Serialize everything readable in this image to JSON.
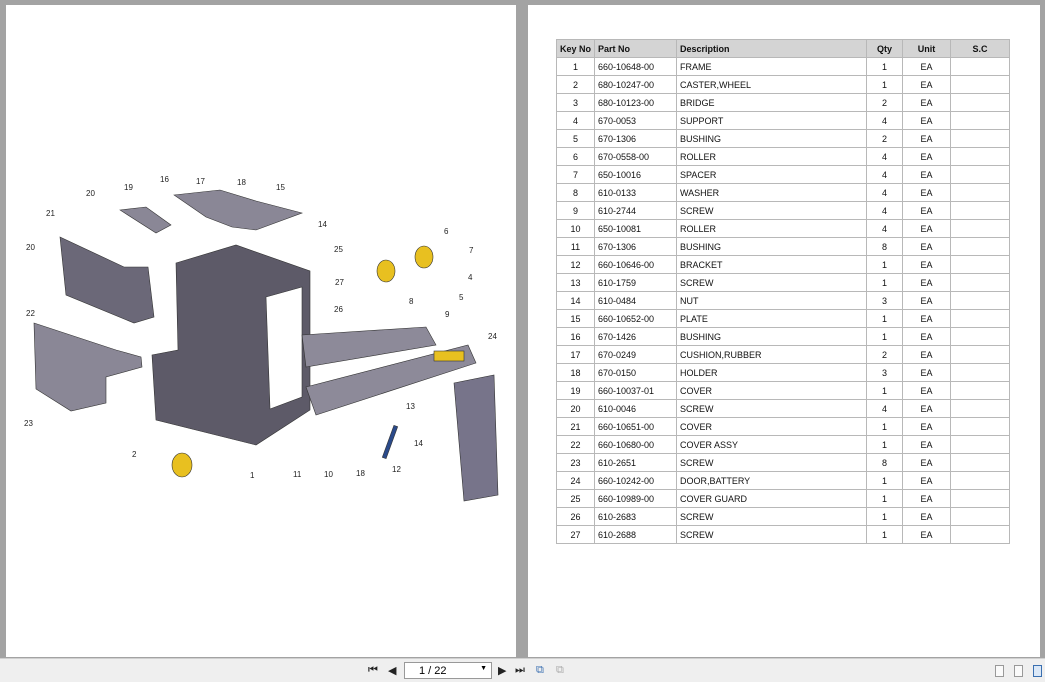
{
  "diagram": {
    "callouts": [
      "20",
      "19",
      "16",
      "17",
      "18",
      "15",
      "21",
      "14",
      "20",
      "25",
      "6",
      "7",
      "27",
      "4",
      "26",
      "5",
      "8",
      "9",
      "22",
      "24",
      "23",
      "13",
      "14",
      "2",
      "12",
      "1",
      "11",
      "10",
      "18"
    ]
  },
  "table": {
    "headers": [
      "Key No",
      "Part No",
      "Description",
      "Qty",
      "Unit",
      "S.C"
    ],
    "rows": [
      [
        "1",
        "660-10648-00",
        "FRAME",
        "1",
        "EA",
        ""
      ],
      [
        "2",
        "680-10247-00",
        "CASTER,WHEEL",
        "1",
        "EA",
        ""
      ],
      [
        "3",
        "680-10123-00",
        "BRIDGE",
        "2",
        "EA",
        ""
      ],
      [
        "4",
        "670-0053",
        "SUPPORT",
        "4",
        "EA",
        ""
      ],
      [
        "5",
        "670-1306",
        "BUSHING",
        "2",
        "EA",
        ""
      ],
      [
        "6",
        "670-0558-00",
        "ROLLER",
        "4",
        "EA",
        ""
      ],
      [
        "7",
        "650-10016",
        "SPACER",
        "4",
        "EA",
        ""
      ],
      [
        "8",
        "610-0133",
        "WASHER",
        "4",
        "EA",
        ""
      ],
      [
        "9",
        "610-2744",
        "SCREW",
        "4",
        "EA",
        ""
      ],
      [
        "10",
        "650-10081",
        "ROLLER",
        "4",
        "EA",
        ""
      ],
      [
        "11",
        "670-1306",
        "BUSHING",
        "8",
        "EA",
        ""
      ],
      [
        "12",
        "660-10646-00",
        "BRACKET",
        "1",
        "EA",
        ""
      ],
      [
        "13",
        "610-1759",
        "SCREW",
        "1",
        "EA",
        ""
      ],
      [
        "14",
        "610-0484",
        "NUT",
        "3",
        "EA",
        ""
      ],
      [
        "15",
        "660-10652-00",
        "PLATE",
        "1",
        "EA",
        ""
      ],
      [
        "16",
        "670-1426",
        "BUSHING",
        "1",
        "EA",
        ""
      ],
      [
        "17",
        "670-0249",
        "CUSHION,RUBBER",
        "2",
        "EA",
        ""
      ],
      [
        "18",
        "670-0150",
        "HOLDER",
        "3",
        "EA",
        ""
      ],
      [
        "19",
        "660-10037-01",
        "COVER",
        "1",
        "EA",
        ""
      ],
      [
        "20",
        "610-0046",
        "SCREW",
        "4",
        "EA",
        ""
      ],
      [
        "21",
        "660-10651-00",
        "COVER",
        "1",
        "EA",
        ""
      ],
      [
        "22",
        "660-10680-00",
        "COVER ASSY",
        "1",
        "EA",
        ""
      ],
      [
        "23",
        "610-2651",
        "SCREW",
        "8",
        "EA",
        ""
      ],
      [
        "24",
        "660-10242-00",
        "DOOR,BATTERY",
        "1",
        "EA",
        ""
      ],
      [
        "25",
        "660-10989-00",
        "COVER GUARD",
        "1",
        "EA",
        ""
      ],
      [
        "26",
        "610-2683",
        "SCREW",
        "1",
        "EA",
        ""
      ],
      [
        "27",
        "610-2688",
        "SCREW",
        "1",
        "EA",
        ""
      ]
    ]
  },
  "toolbar": {
    "page_value": "1 / 22"
  }
}
